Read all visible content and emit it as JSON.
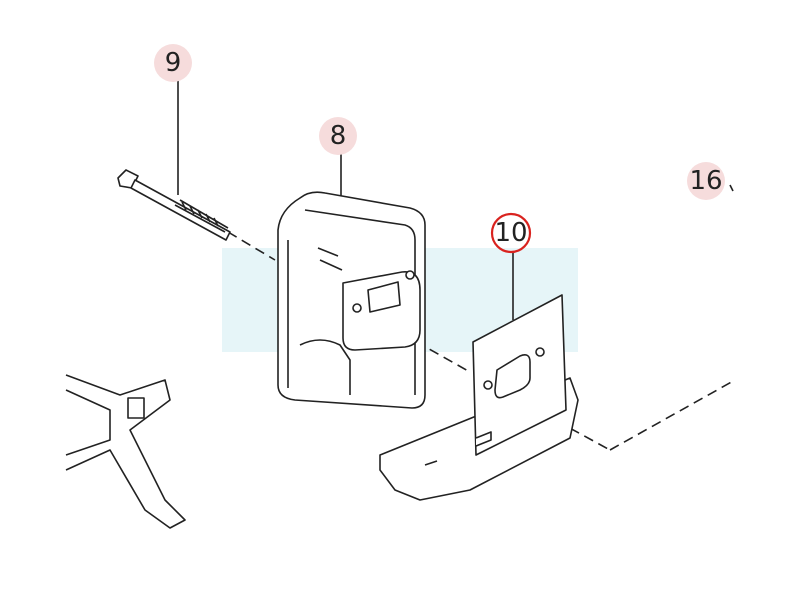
{
  "callouts": {
    "screw": "9",
    "muffler": "8",
    "gasket": "10",
    "other": "16"
  },
  "colors": {
    "highlight": "#d9231f",
    "bubble": "#f6dcdc",
    "watermark": "#e6f5f8",
    "line": "#222222"
  }
}
